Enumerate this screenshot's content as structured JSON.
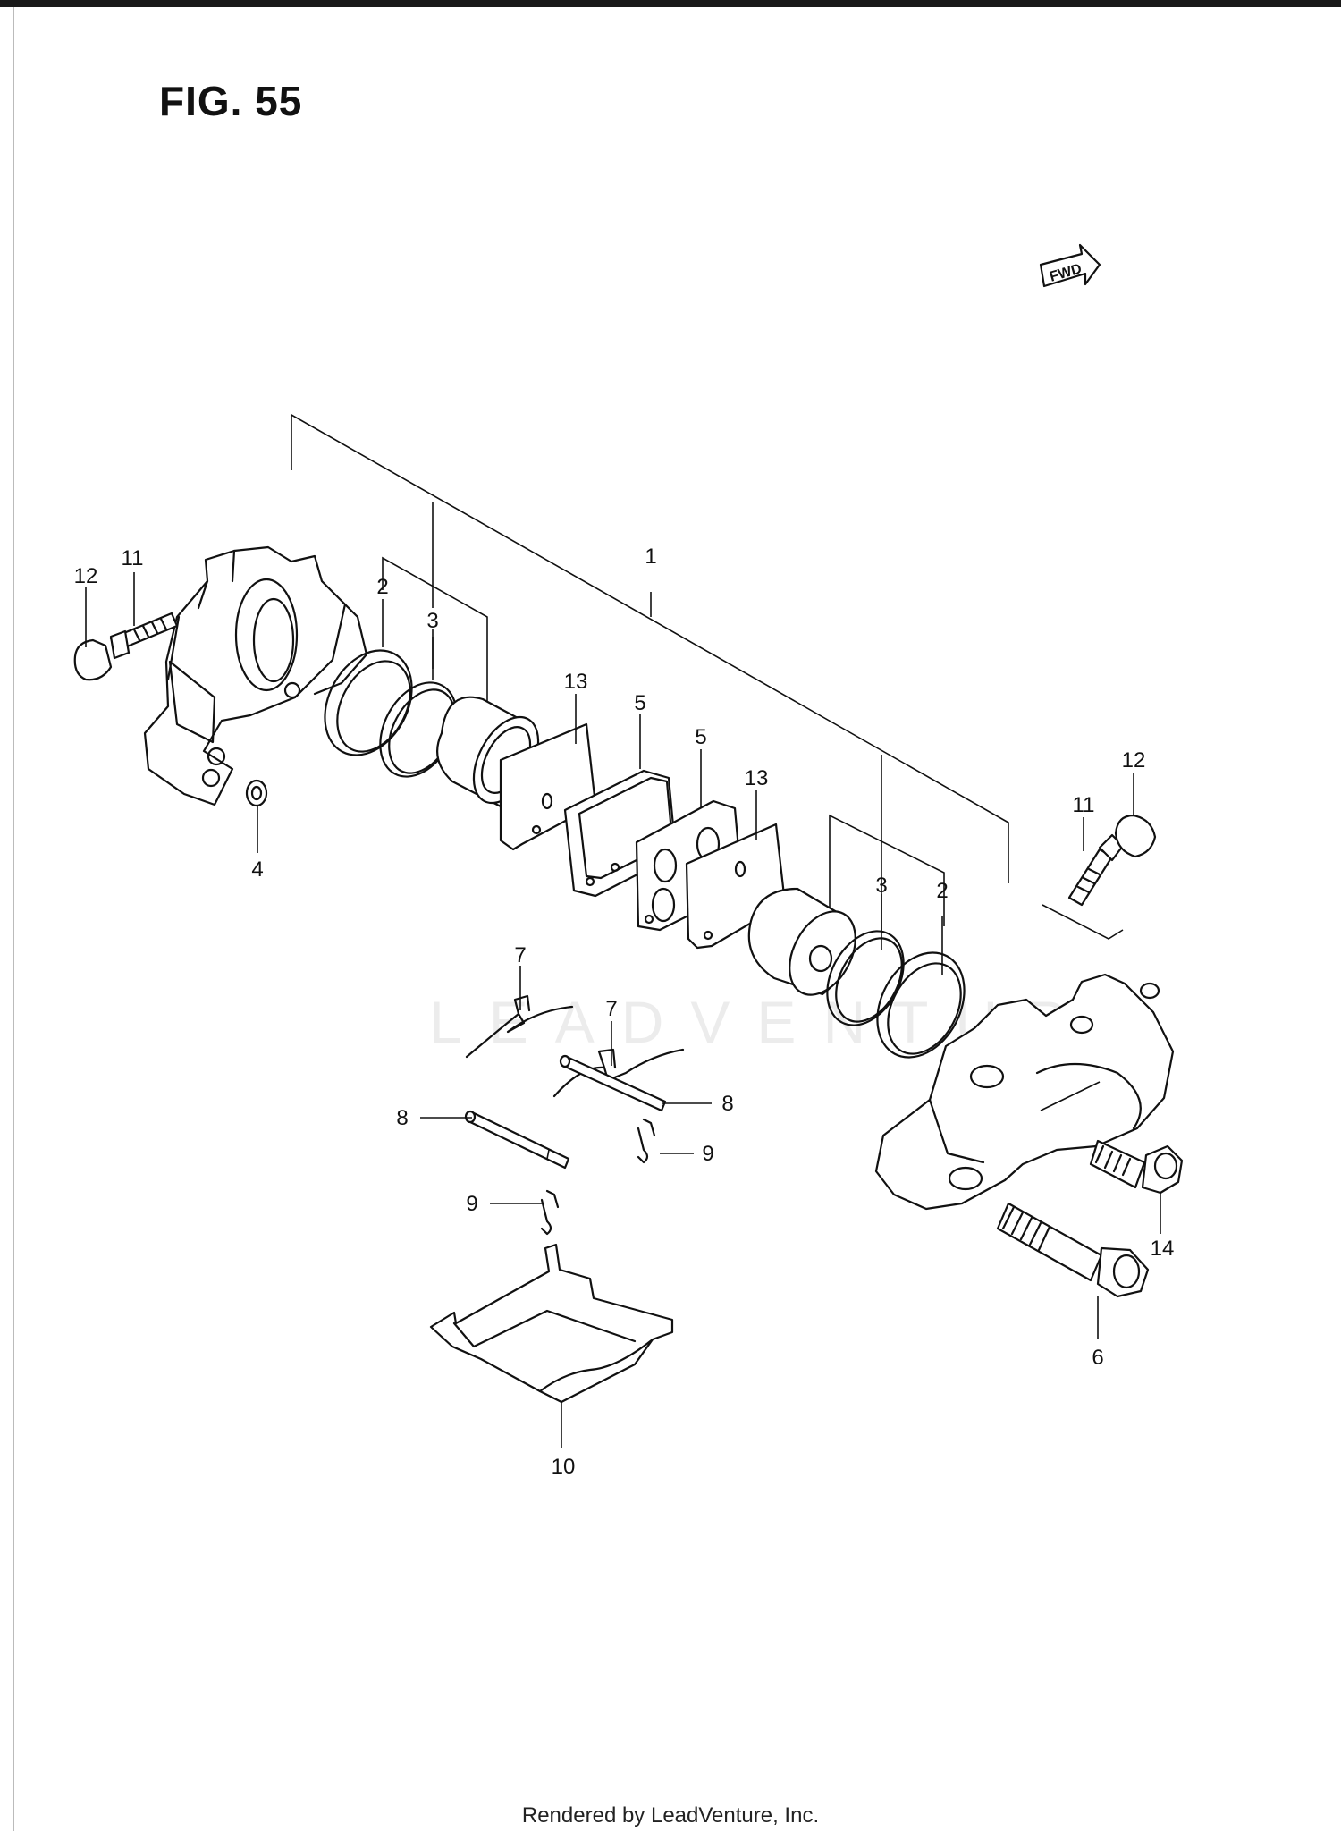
{
  "figure": {
    "title": "FIG. 55",
    "fwd_label": "FWD",
    "watermark": "LEADVENTURE",
    "footer": "Rendered by LeadVenture, Inc."
  },
  "callouts": [
    {
      "id": "c1",
      "text": "1"
    },
    {
      "id": "c2a",
      "text": "2"
    },
    {
      "id": "c2b",
      "text": "2"
    },
    {
      "id": "c3a",
      "text": "3"
    },
    {
      "id": "c3b",
      "text": "3"
    },
    {
      "id": "c4",
      "text": "4"
    },
    {
      "id": "c5a",
      "text": "5"
    },
    {
      "id": "c5b",
      "text": "5"
    },
    {
      "id": "c6",
      "text": "6"
    },
    {
      "id": "c7a",
      "text": "7"
    },
    {
      "id": "c7b",
      "text": "7"
    },
    {
      "id": "c8a",
      "text": "8"
    },
    {
      "id": "c8b",
      "text": "8"
    },
    {
      "id": "c9a",
      "text": "9"
    },
    {
      "id": "c9b",
      "text": "9"
    },
    {
      "id": "c10",
      "text": "10"
    },
    {
      "id": "c11a",
      "text": "11"
    },
    {
      "id": "c11b",
      "text": "11"
    },
    {
      "id": "c12a",
      "text": "12"
    },
    {
      "id": "c12b",
      "text": "12"
    },
    {
      "id": "c13a",
      "text": "13"
    },
    {
      "id": "c13b",
      "text": "13"
    },
    {
      "id": "c14",
      "text": "14"
    }
  ]
}
